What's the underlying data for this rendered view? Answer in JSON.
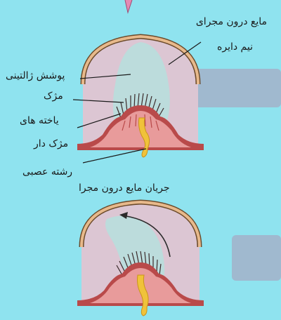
{
  "diagram": {
    "labels": {
      "canal_fluid_line1": "مایع درون مجرای",
      "canal_fluid_line2": "نیم دایره",
      "gelatinous_cover": "پوشش ژالتینی",
      "cilia": "مژک",
      "ciliated_cells_line1": "یاخته های",
      "ciliated_cells_line2": "مژک دار",
      "nerve_fiber": "رشته عصبی",
      "fluid_flow": "جریان مایع درون مجرا"
    }
  },
  "colors": {
    "background": "#8fe3ef",
    "canal_fill": "#dcc6d3",
    "canal_outline": "#6b4a2a",
    "canal_wall": "#e7b98b",
    "cupula": "#b8dedd",
    "crista": "#b94a4a",
    "crista_light": "#e89b9b",
    "nerve": "#f0c23a",
    "arrow": "#2b2b2b",
    "pointer_top": "#e48ab3"
  }
}
